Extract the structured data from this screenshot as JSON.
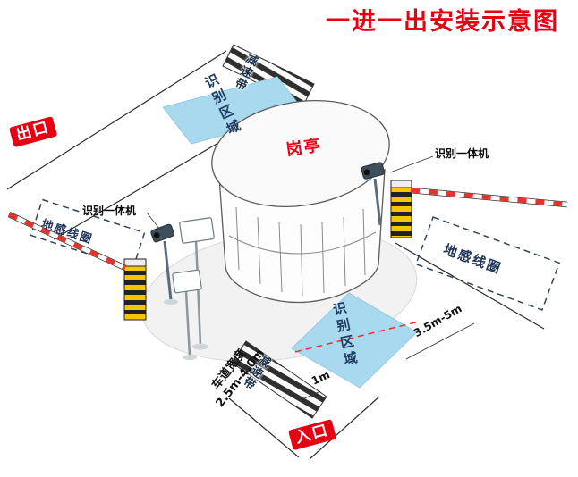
{
  "title": "一进一出安装示意图",
  "labels": {
    "exit": "出口",
    "entrance": "入口",
    "booth": "岗亭",
    "camera_left": "识别一体机",
    "camera_right": "识别一体机",
    "recognition_area_top": "识别区域",
    "recognition_area_bottom": "识别区域",
    "ground_coil_left": "地感线圈",
    "ground_coil_right": "地感线圈",
    "speed_bump_top": "减速带",
    "speed_bump_bottom": "减速带"
  },
  "dimensions": {
    "lane_width_label": "车道宽度",
    "lane_width_value": "2.5m-4.0m",
    "coil_to_barrier": "3.5m-5m",
    "coil_edge_offset": "1m"
  },
  "colors": {
    "title_red": "#e60012",
    "recognition_area_blue": "#a9d9ef",
    "hazard_yellow": "#f7c600",
    "barrier_arm_red": "#e8332a",
    "coil_dash": "#33425b"
  }
}
